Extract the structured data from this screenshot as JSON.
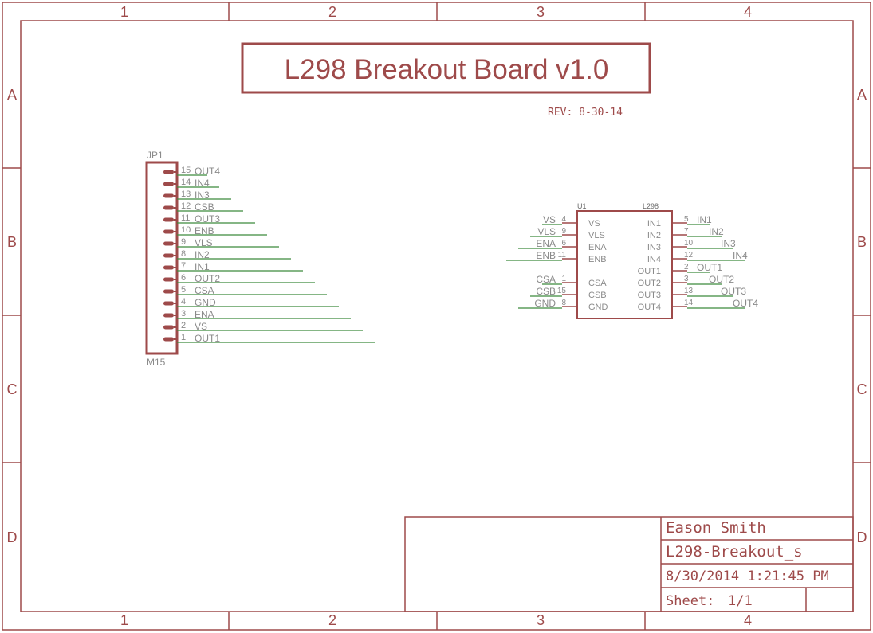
{
  "colors": {
    "frame": "#9e4a4a",
    "wire": "#3c8a3c",
    "pin": "#9e4a4a",
    "text_muted": "#8a8a8a",
    "text_dark": "#6a6a6a"
  },
  "frame": {
    "column_labels": [
      "1",
      "2",
      "3",
      "4"
    ],
    "row_labels": [
      "A",
      "B",
      "C",
      "D"
    ]
  },
  "title": "L298 Breakout Board v1.0",
  "revision": "REV: 8-30-14",
  "header": {
    "name": "JP1",
    "value": "M15",
    "pins": [
      {
        "num": "15",
        "net": "OUT4"
      },
      {
        "num": "14",
        "net": "IN4"
      },
      {
        "num": "13",
        "net": "IN3"
      },
      {
        "num": "12",
        "net": "CSB"
      },
      {
        "num": "11",
        "net": "OUT3"
      },
      {
        "num": "10",
        "net": "ENB"
      },
      {
        "num": "9",
        "net": "VLS"
      },
      {
        "num": "8",
        "net": "IN2"
      },
      {
        "num": "7",
        "net": "IN1"
      },
      {
        "num": "6",
        "net": "OUT2"
      },
      {
        "num": "5",
        "net": "CSA"
      },
      {
        "num": "4",
        "net": "GND"
      },
      {
        "num": "3",
        "net": "ENA"
      },
      {
        "num": "2",
        "net": "VS"
      },
      {
        "num": "1",
        "net": "OUT1"
      }
    ]
  },
  "ic": {
    "name": "U1",
    "value": "L298",
    "left_pins": [
      {
        "num": "4",
        "pin": "VS",
        "net": "VS"
      },
      {
        "num": "9",
        "pin": "VLS",
        "net": "VLS"
      },
      {
        "num": "6",
        "pin": "ENA",
        "net": "ENA"
      },
      {
        "num": "11",
        "pin": "ENB",
        "net": "ENB"
      },
      {
        "num": "1",
        "pin": "CSA",
        "net": "CSA"
      },
      {
        "num": "15",
        "pin": "CSB",
        "net": "CSB"
      },
      {
        "num": "8",
        "pin": "GND",
        "net": "GND"
      }
    ],
    "right_pins": [
      {
        "num": "5",
        "pin": "IN1",
        "net": "IN1"
      },
      {
        "num": "7",
        "pin": "IN2",
        "net": "IN2"
      },
      {
        "num": "10",
        "pin": "IN3",
        "net": "IN3"
      },
      {
        "num": "12",
        "pin": "IN4",
        "net": "IN4"
      },
      {
        "num": "2",
        "pin": "OUT1",
        "net": "OUT1"
      },
      {
        "num": "3",
        "pin": "OUT2",
        "net": "OUT2"
      },
      {
        "num": "13",
        "pin": "OUT3",
        "net": "OUT3"
      },
      {
        "num": "14",
        "pin": "OUT4",
        "net": "OUT4"
      }
    ]
  },
  "title_block": {
    "author": "Eason Smith",
    "file": "L298-Breakout_s",
    "date": "8/30/2014 1:21:45 PM",
    "sheet_label": "Sheet:",
    "sheet_value": "1/1"
  }
}
